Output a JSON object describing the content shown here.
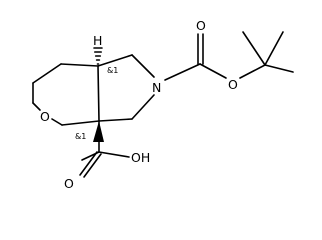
{
  "structure": {
    "atom_labels": {
      "ring_oxygen": "O",
      "nitrogen": "N",
      "carbonyl_oxygen_boc": "O",
      "ester_oxygen": "O",
      "carbonyl_oxygen_acid": "O",
      "hydroxyl": "OH",
      "hydrogen": "H"
    },
    "stereo_labels": {
      "upper": "&1",
      "lower": "&1"
    }
  }
}
